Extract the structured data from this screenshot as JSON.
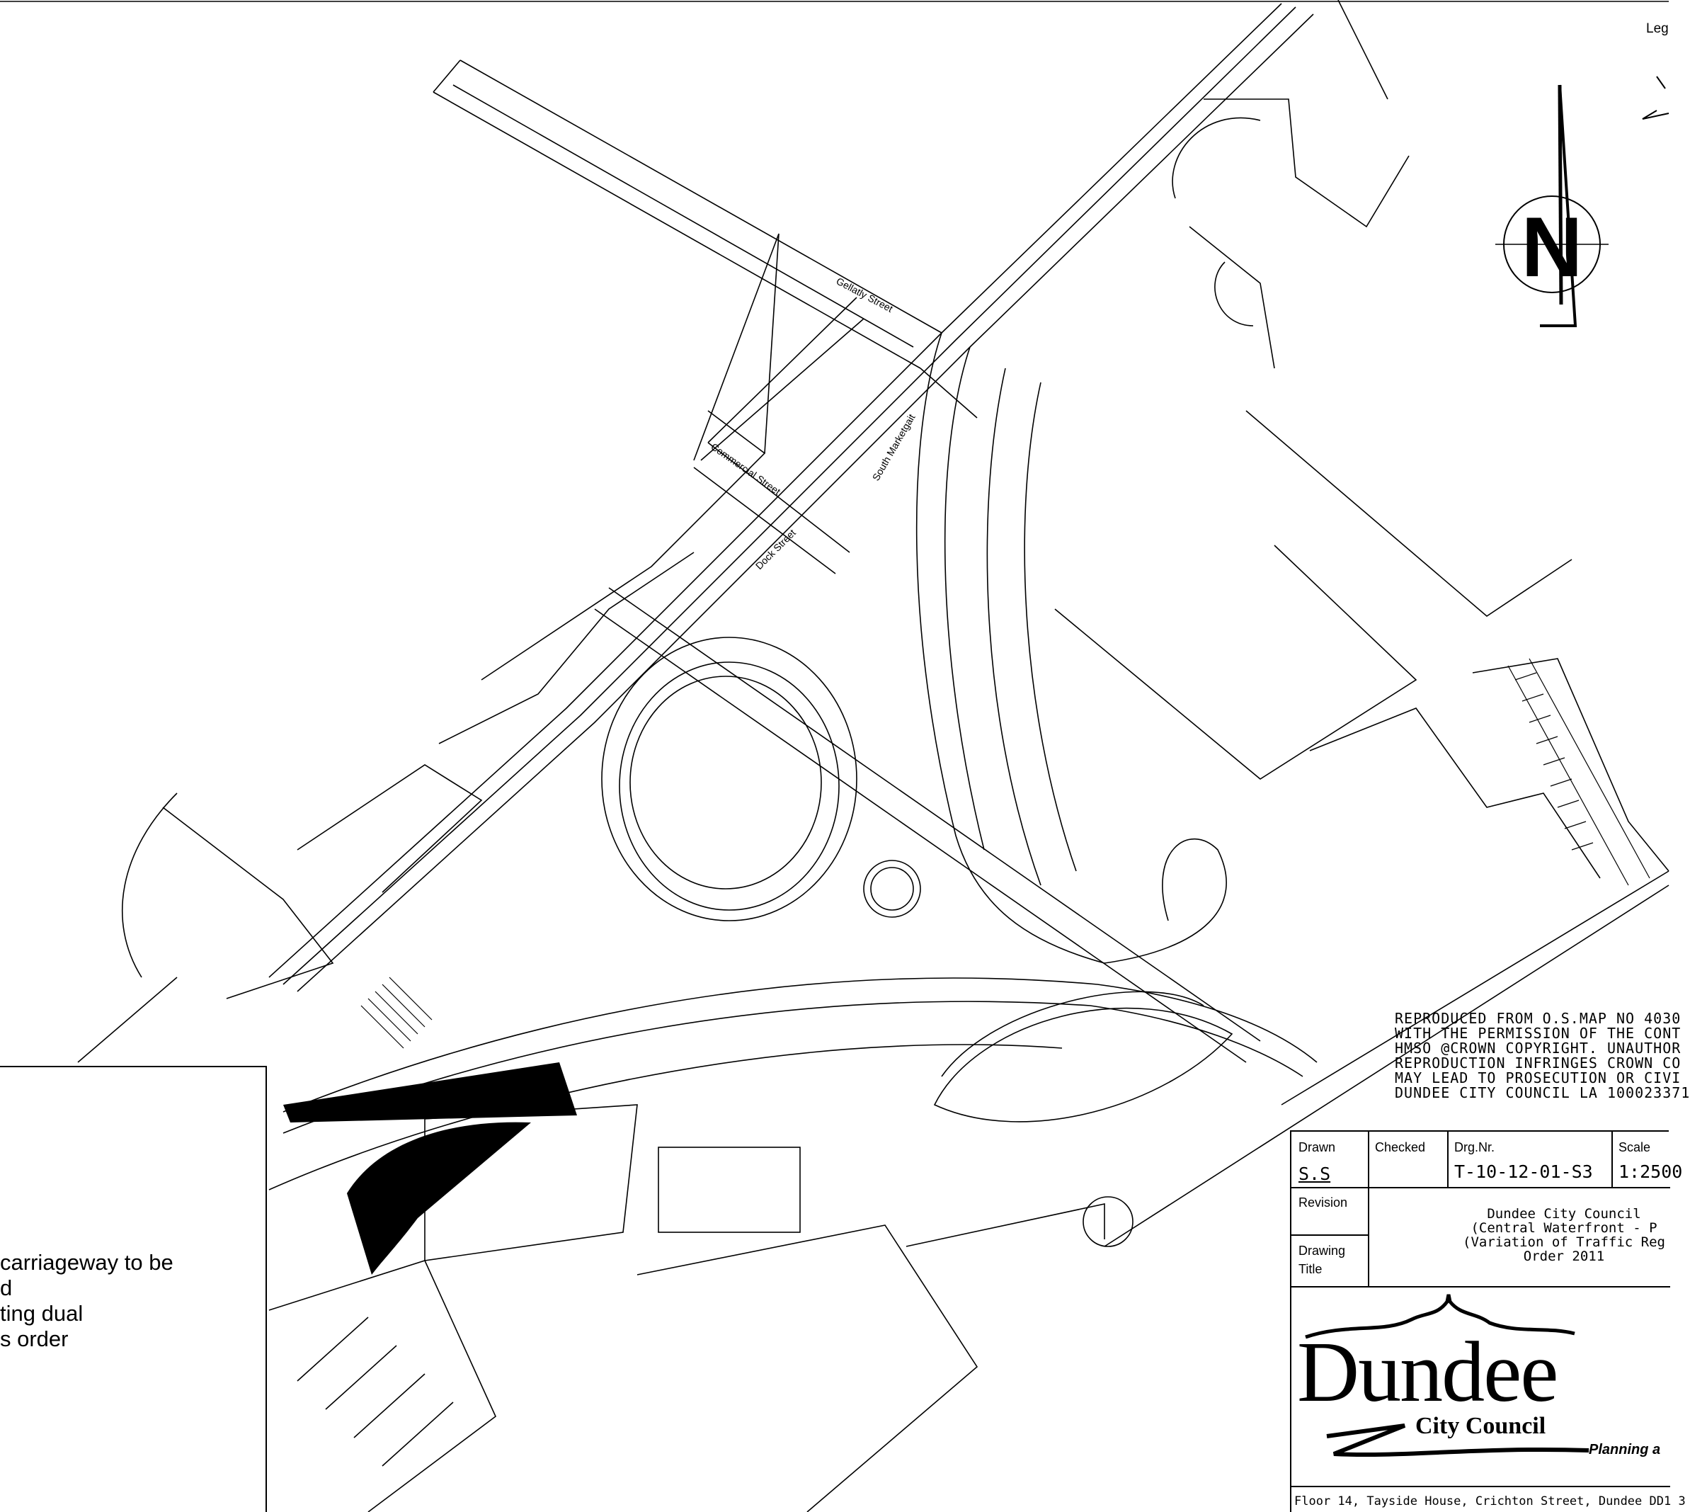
{
  "map": {
    "streets": {
      "gellatly": "Gellatly Street",
      "commercial": "Commercial Street",
      "dock": "Dock Street",
      "south_marketgait": "South Marketgait"
    },
    "north_arrow": {
      "letter": "N",
      "icon": "north-arrow-icon"
    },
    "legend": {
      "title": "Leg",
      "text_lines": [
        "carriageway to be",
        "d",
        "ting dual",
        "s order"
      ]
    },
    "os_notice": [
      "REPRODUCED FROM O.S.MAP NO 4030",
      "WITH THE PERMISSION OF THE CONT",
      "HMSO @CROWN COPYRIGHT. UNAUTHOR",
      "REPRODUCTION INFRINGES CROWN CO",
      "MAY LEAD TO PROSECUTION OR CIVI",
      "DUNDEE CITY COUNCIL LA 100023371"
    ]
  },
  "title_block": {
    "drawn_label": "Drawn",
    "drawn_value": "S.S",
    "checked_label": "Checked",
    "drg_label": "Drg.Nr.",
    "drg_value": "T-10-12-01-S3",
    "scale_label": "Scale",
    "scale_value": "1:2500",
    "revision_label": "Revision",
    "drawing_title_label_1": "Drawing",
    "drawing_title_label_2": "Title",
    "title_lines": [
      "Dundee City Council",
      "(Central Waterfront - P",
      "(Variation of Traffic Reg",
      "Order 2011"
    ],
    "logo": {
      "word": "Dundee",
      "sub": "City Council",
      "dept": "Planning a"
    },
    "address": "Floor 14, Tayside House, Crichton Street, Dundee DD1 3"
  }
}
